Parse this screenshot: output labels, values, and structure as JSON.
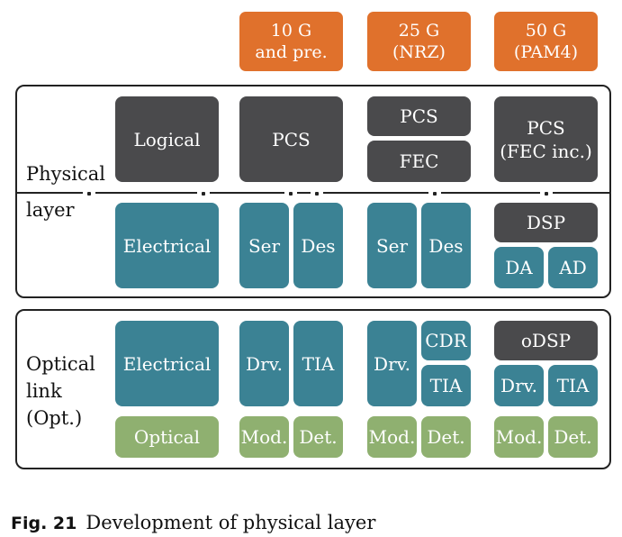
{
  "headers": [
    {
      "line1": "10 G",
      "line2": "and pre."
    },
    {
      "line1": "25 G",
      "line2": "(NRZ)"
    },
    {
      "line1": "50 G",
      "line2": "(PAM4)"
    }
  ],
  "physical_layer": {
    "label_top": "Physical",
    "label_bottom": "layer",
    "logical": "Logical",
    "electrical": "Electrical",
    "col1": {
      "pcs": "PCS",
      "ser": "Ser",
      "des": "Des"
    },
    "col2": {
      "pcs": "PCS",
      "fec": "FEC",
      "ser": "Ser",
      "des": "Des"
    },
    "col3": {
      "pcs_line1": "PCS",
      "pcs_line2": "(FEC inc.)",
      "dsp": "DSP",
      "da": "DA",
      "ad": "AD"
    }
  },
  "optical_link": {
    "label_line1": "Optical",
    "label_line2": "link",
    "label_line3": "(Opt.)",
    "electrical": "Electrical",
    "optical": "Optical",
    "col1": {
      "drv": "Drv.",
      "tia": "TIA",
      "mod": "Mod.",
      "det": "Det."
    },
    "col2": {
      "drv": "Drv.",
      "cdr": "CDR",
      "tia": "TIA",
      "mod": "Mod.",
      "det": "Det."
    },
    "col3": {
      "odsp": "oDSP",
      "drv": "Drv.",
      "tia": "TIA",
      "mod": "Mod.",
      "det": "Det."
    }
  },
  "caption": {
    "fig": "Fig. 21",
    "text": "Development of physical layer"
  },
  "colors": {
    "dark": "#4a4a4c",
    "teal": "#3b8294",
    "green": "#8fb070",
    "orange": "#e0712c"
  }
}
